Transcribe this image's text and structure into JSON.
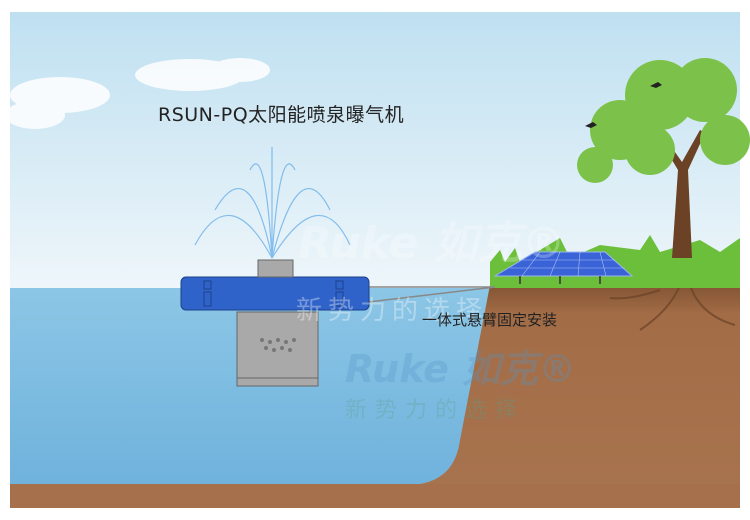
{
  "title": "RSUN-PQ太阳能喷泉曝气机",
  "mount_label": "一体式悬臂固定安装",
  "watermark": {
    "brand": "Ruke 如克®",
    "slogan": "新势力的选择"
  },
  "colors": {
    "sky": "#cfe6f3",
    "water": "#7fbde0",
    "soil": "#a5704b",
    "grass": "#6cbf3a",
    "float": "#2f63c9",
    "motor": "#a9a9a9",
    "panel": "#3a63d8"
  }
}
